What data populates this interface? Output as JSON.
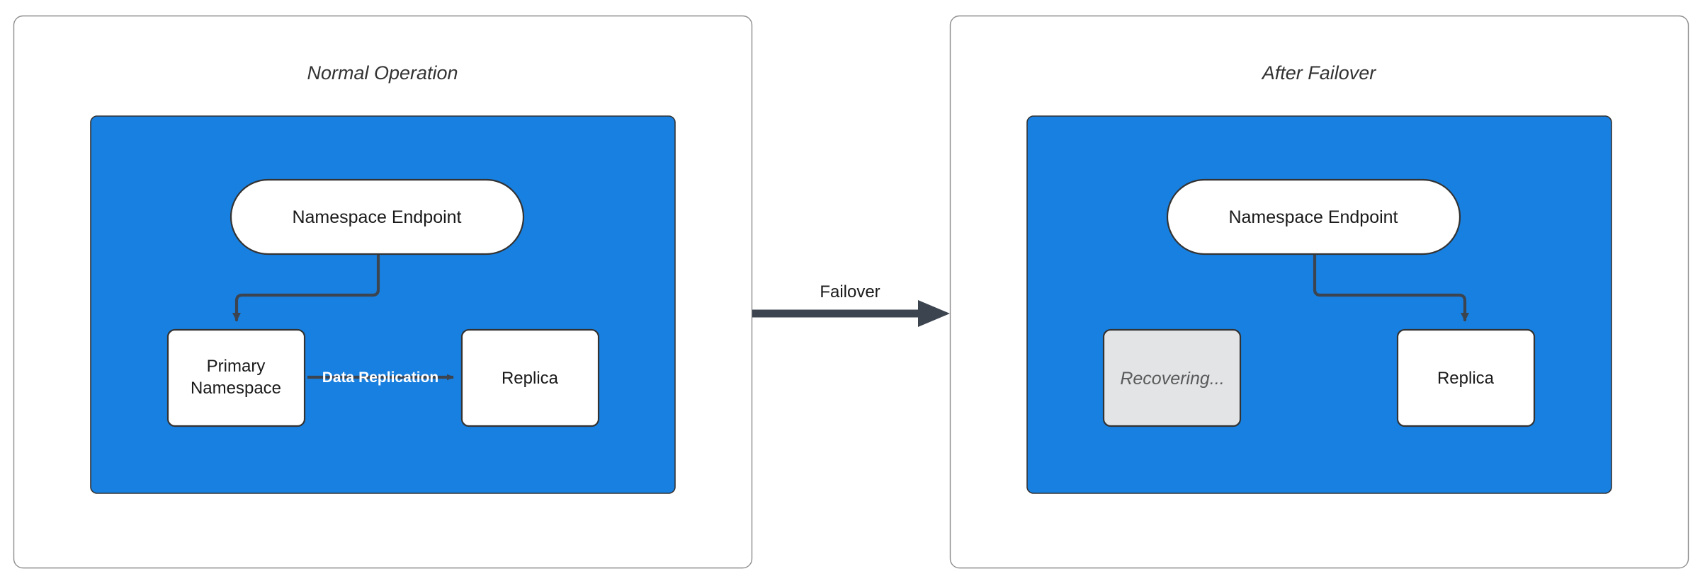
{
  "diagram": {
    "title_left": "Normal Operation",
    "title_right": "After Failover",
    "background": "#ffffff",
    "colors": {
      "panel_border": "#8c8c8c",
      "region_fill": "#1880e0",
      "region_border": "#333333",
      "node_fill": "#ffffff",
      "node_border": "#333333",
      "node_disabled_fill": "#e2e4e6",
      "node_disabled_text": "#5a5a5a",
      "edge": "#3c4450",
      "edge_label_white": "#ffffff",
      "text": "#1a1a1a"
    }
  },
  "left_panel": {
    "title": "Normal Operation",
    "nodes": {
      "endpoint": "Namespace Endpoint",
      "primary_line1": "Primary",
      "primary_line2": "Namespace",
      "replica": "Replica"
    },
    "edges": {
      "endpoint_to_primary": "",
      "data_replication": "Data Replication"
    }
  },
  "center": {
    "failover_label": "Failover"
  },
  "right_panel": {
    "title": "After Failover",
    "nodes": {
      "endpoint": "Namespace Endpoint",
      "recovering": "Recovering...",
      "replica": "Replica"
    },
    "edges": {
      "endpoint_to_replica": ""
    }
  }
}
